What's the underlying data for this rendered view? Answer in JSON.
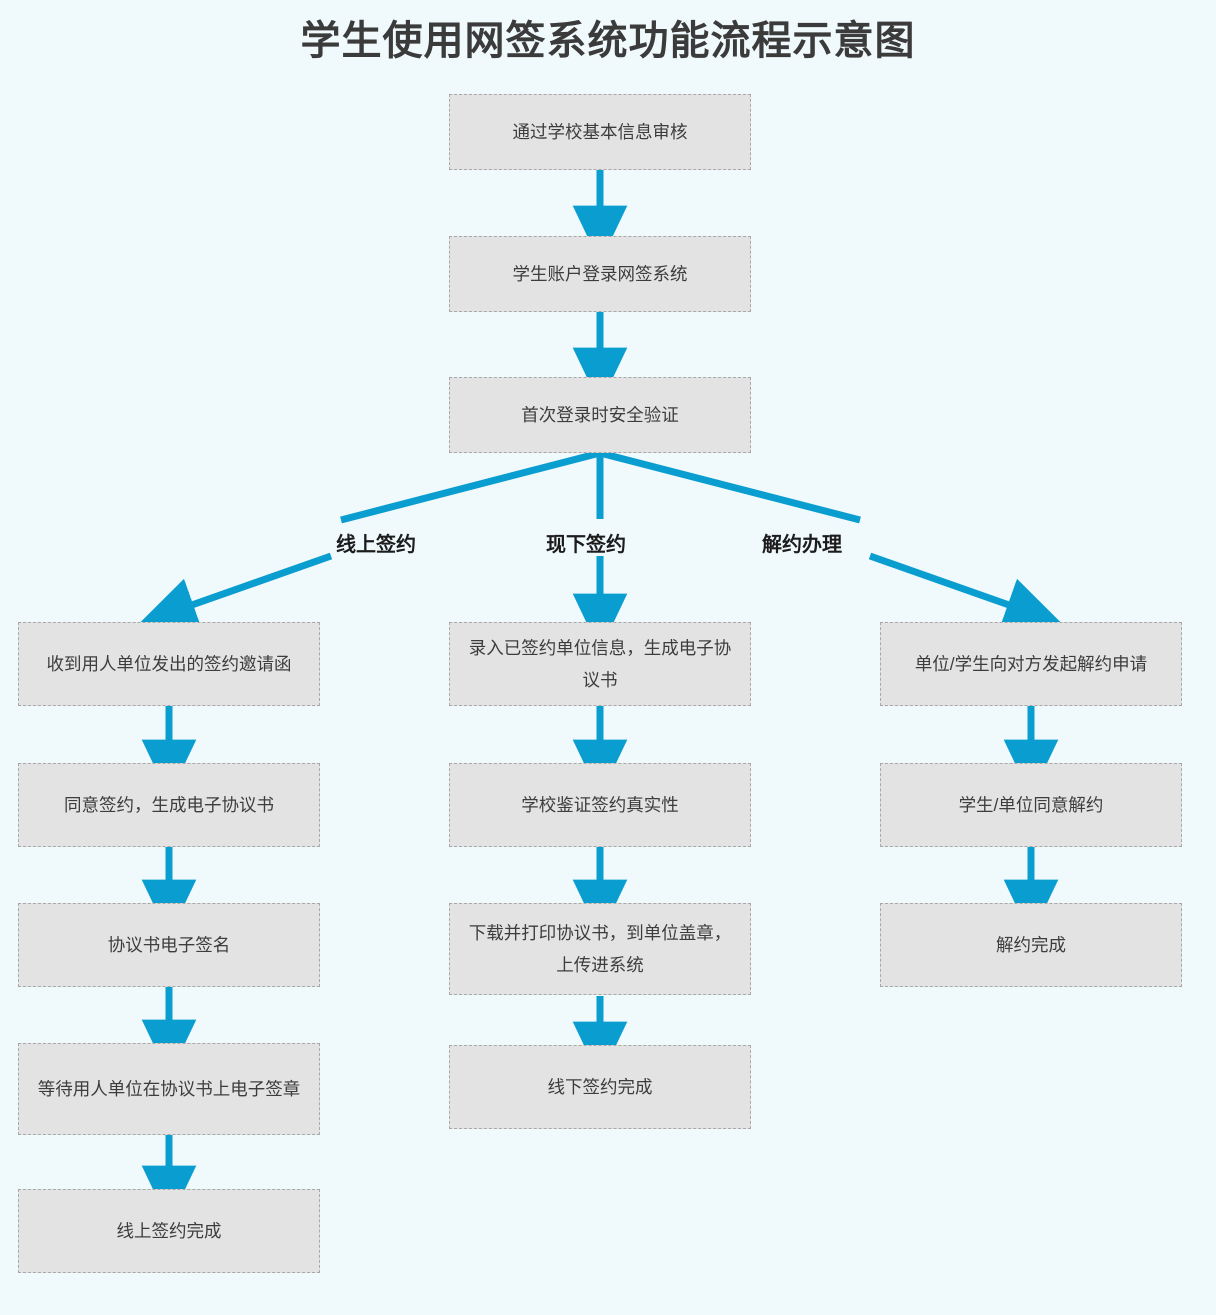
{
  "title": "学生使用网签系统功能流程示意图",
  "colors": {
    "background": "#f0fafd",
    "node_fill": "#e3e3e3",
    "node_border": "#a8a8a8",
    "arrow": "#0a9dd0",
    "text": "#3d3d3d",
    "title_text": "#3b3b3b"
  },
  "trunk": [
    {
      "id": "trunk-1",
      "label": "通过学校基本信息审核"
    },
    {
      "id": "trunk-2",
      "label": "学生账户登录网签系统"
    },
    {
      "id": "trunk-3",
      "label": "首次登录时安全验证"
    }
  ],
  "branch_labels": [
    {
      "id": "branch-label-online",
      "label": "线上签约"
    },
    {
      "id": "branch-label-offline",
      "label": "现下签约"
    },
    {
      "id": "branch-label-terminate",
      "label": "解约办理"
    }
  ],
  "columns": {
    "online": [
      {
        "id": "online-1",
        "label": "收到用人单位发出的签约邀请函"
      },
      {
        "id": "online-2",
        "label": "同意签约，生成电子协议书"
      },
      {
        "id": "online-3",
        "label": "协议书电子签名"
      },
      {
        "id": "online-4",
        "label": "等待用人单位在协议书上电子签章"
      },
      {
        "id": "online-5",
        "label": "线上签约完成"
      }
    ],
    "offline": [
      {
        "id": "offline-1",
        "label": "录入已签约单位信息，生成电子协议书"
      },
      {
        "id": "offline-2",
        "label": "学校鉴证签约真实性"
      },
      {
        "id": "offline-3",
        "label": "下载并打印协议书，到单位盖章，上传进系统"
      },
      {
        "id": "offline-4",
        "label": "线下签约完成"
      }
    ],
    "terminate": [
      {
        "id": "terminate-1",
        "label": "单位/学生向对方发起解约申请"
      },
      {
        "id": "terminate-2",
        "label": "学生/单位同意解约"
      },
      {
        "id": "terminate-3",
        "label": "解约完成"
      }
    ]
  }
}
